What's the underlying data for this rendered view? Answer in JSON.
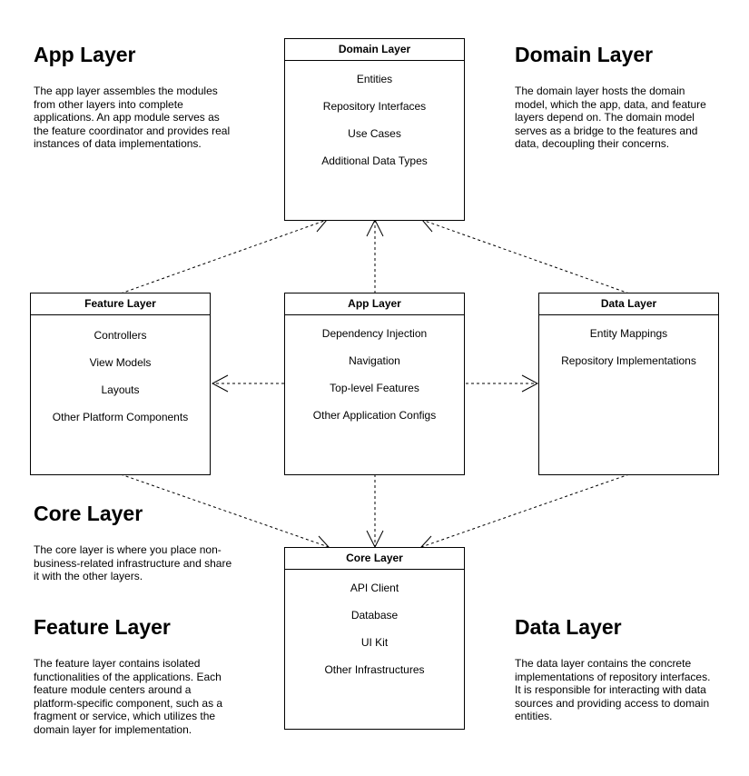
{
  "boxes": {
    "domain": {
      "title": "Domain Layer",
      "items": [
        "Entities",
        "Repository Interfaces",
        "Use Cases",
        "Additional Data Types"
      ]
    },
    "feature": {
      "title": "Feature Layer",
      "items": [
        "Controllers",
        "View Models",
        "Layouts",
        "Other Platform Components"
      ]
    },
    "app": {
      "title": "App Layer",
      "items": [
        "Dependency Injection",
        "Navigation",
        "Top-level Features",
        "Other Application Configs"
      ]
    },
    "data": {
      "title": "Data Layer",
      "items": [
        "Entity Mappings",
        "Repository Implementations"
      ]
    },
    "core": {
      "title": "Core Layer",
      "items": [
        "API Client",
        "Database",
        "UI Kit",
        "Other Infrastructures"
      ]
    }
  },
  "descriptions": {
    "app": {
      "heading": "App Layer",
      "lines": [
        "The app layer assembles the modules",
        "from other layers into complete",
        "applications. An app module serves as",
        "the feature coordinator and provides real",
        "instances of data implementations."
      ]
    },
    "domain": {
      "heading": "Domain Layer",
      "lines": [
        "The domain layer hosts the domain",
        "model, which the app, data, and feature",
        "layers depend on. The domain model",
        "serves as a bridge to the features and",
        "data, decoupling their concerns."
      ]
    },
    "core": {
      "heading": "Core Layer",
      "lines": [
        "The core layer is where you place non-",
        "business-related infrastructure and share",
        "it with the other layers."
      ]
    },
    "feature": {
      "heading": "Feature Layer",
      "lines": [
        "The feature layer contains isolated",
        "functionalities of the applications. Each",
        "feature module centers around a",
        "platform-specific component, such as a",
        "fragment or service, which utilizes the",
        "domain layer for implementation."
      ]
    },
    "data": {
      "heading": "Data Layer",
      "lines": [
        "The data layer contains the concrete",
        "implementations of repository interfaces.",
        "It is responsible for interacting with data",
        "sources and providing access to domain",
        "entities."
      ]
    }
  },
  "colors": {
    "line": "#000000",
    "background": "#ffffff"
  }
}
